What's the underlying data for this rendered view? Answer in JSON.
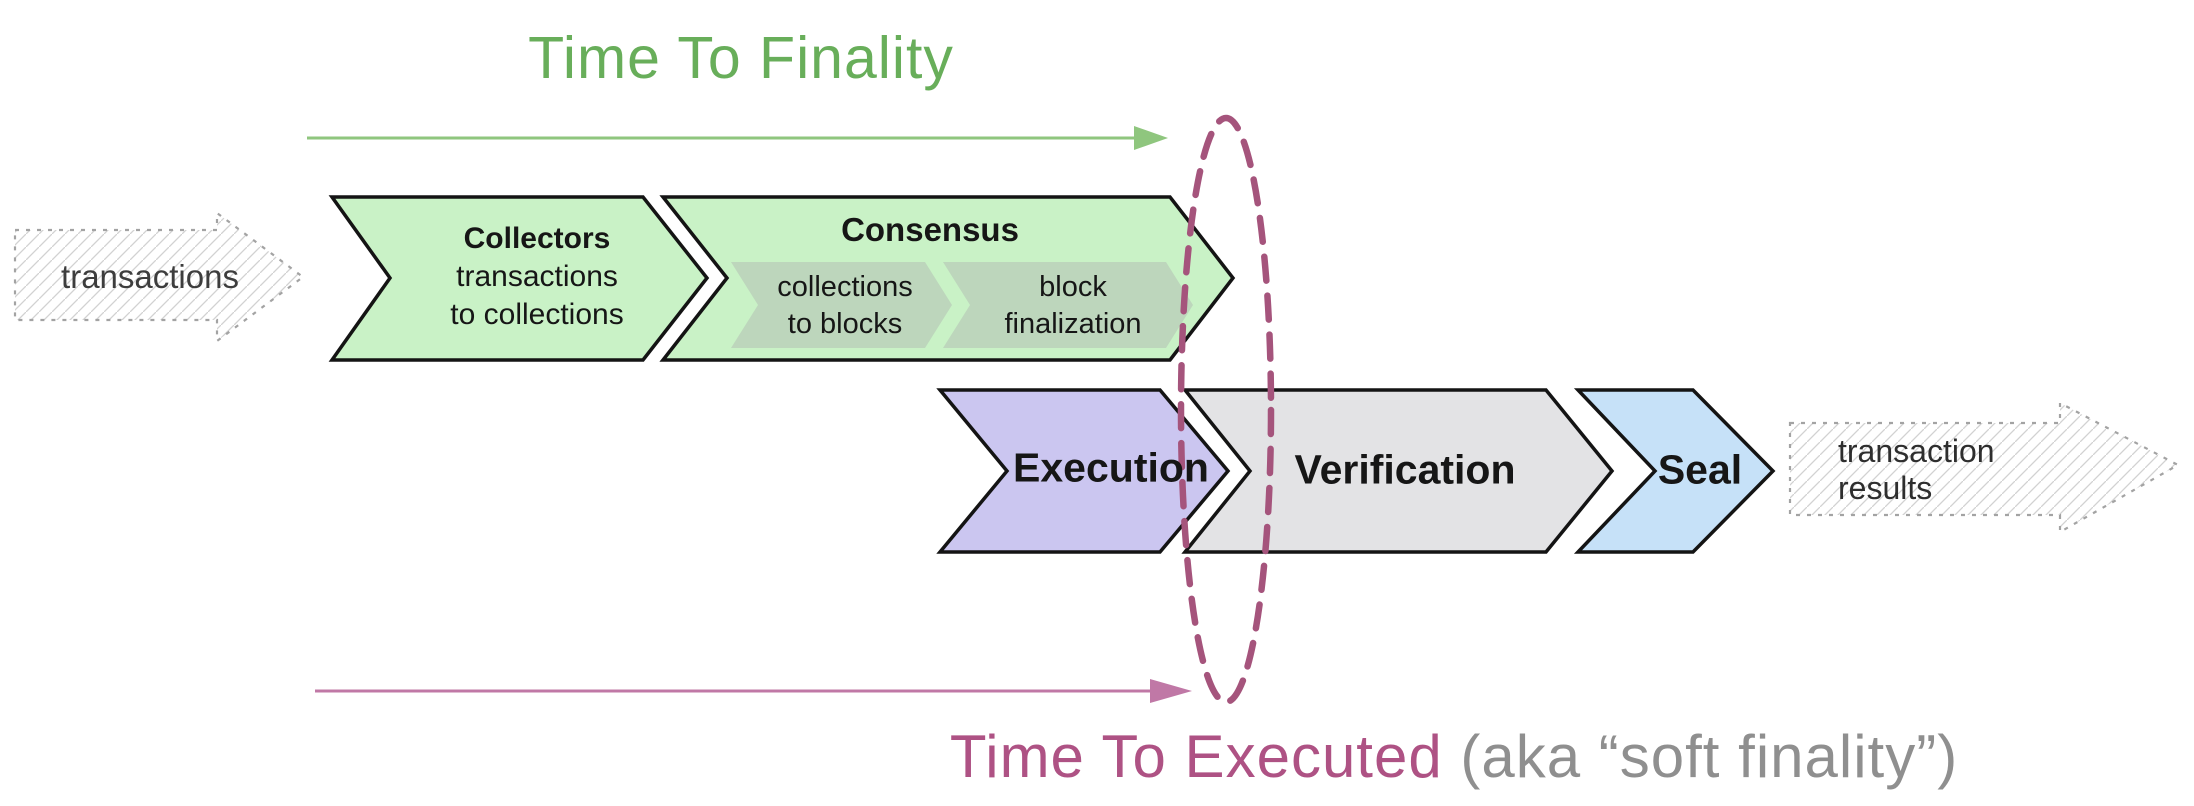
{
  "titles": {
    "time_to_finality": "Time To Finality",
    "time_to_executed": "Time To Executed",
    "soft_finality_note": "(aka “soft finality”)"
  },
  "io": {
    "input_label": "transactions",
    "output_label_line1": "transaction",
    "output_label_line2": "results"
  },
  "stages": {
    "collectors": {
      "title": "Collectors",
      "line1": "transactions",
      "line2": "to collections"
    },
    "consensus": {
      "title": "Consensus",
      "sub1": {
        "line1": "collections",
        "line2": "to blocks"
      },
      "sub2": {
        "line1": "block",
        "line2": "finalization"
      }
    },
    "execution": {
      "title": "Execution"
    },
    "verification": {
      "title": "Verification"
    },
    "seal": {
      "title": "Seal"
    }
  },
  "colors": {
    "stage_green": "#c9f2c6",
    "sub_stage_green": "#bdd6bc",
    "execution_purple": "#cbc6f0",
    "verification_gray": "#e3e3e5",
    "seal_blue": "#c6e1f8",
    "chevron_border": "#141414",
    "finality_green": "#68ae5a",
    "finality_arrow_green": "#8fc67e",
    "executed_pink": "#ae5284",
    "executed_arrow_pink": "#c078a6",
    "ellipse_maroon": "#a5547c",
    "note_gray": "#8f8f8f",
    "sketch_border_gray": "#a3a3a3",
    "hatch_gray": "#cccccc"
  }
}
